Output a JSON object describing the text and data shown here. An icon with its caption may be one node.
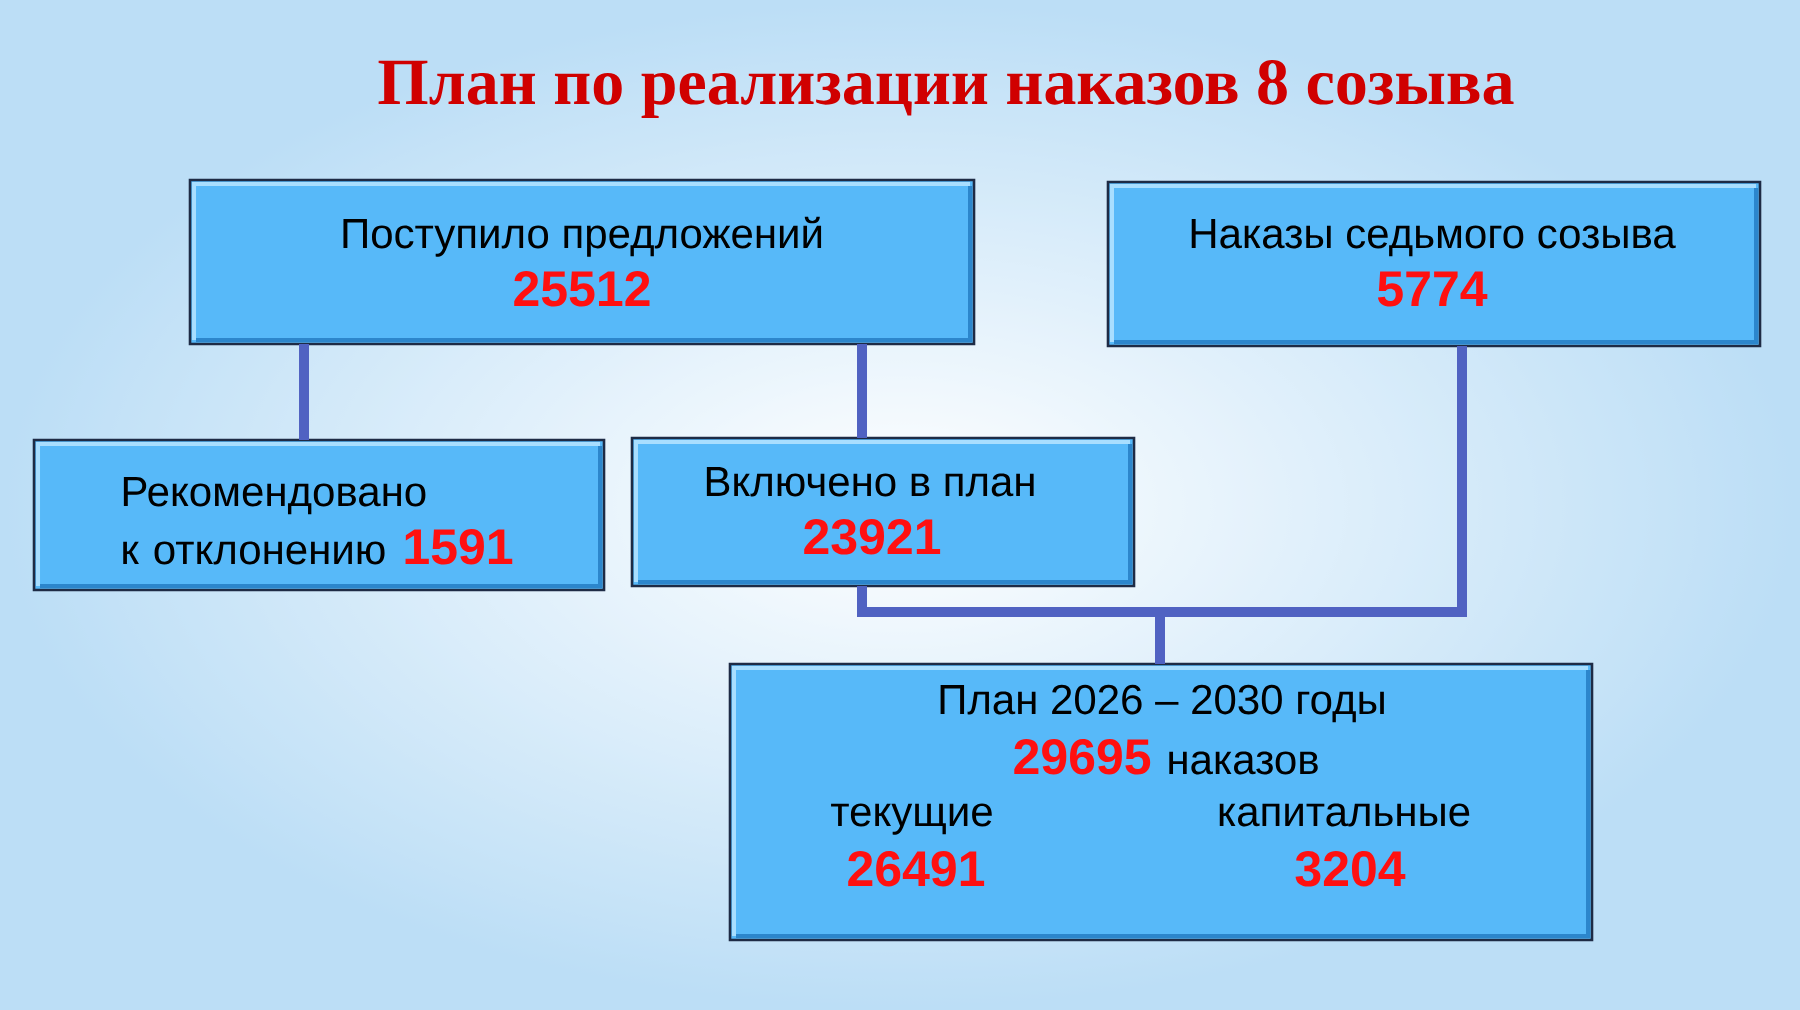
{
  "diagram": {
    "title": "План по реализации наказов 8 созыва",
    "nodes": [
      {
        "text": [
          "Поступило предложений",
          "25512"
        ]
      },
      {
        "text": [
          "Наказы седьмого созыва",
          "5774"
        ]
      },
      {
        "text": [
          "Рекомендовано к отклонению",
          "1591"
        ]
      },
      {
        "text": [
          "Включено в план",
          "23921"
        ]
      },
      {
        "text": [
          "План 2026 – 2030 годы",
          "29695",
          "наказов",
          "текущие",
          "26491",
          "капитальные",
          "3204"
        ]
      }
    ],
    "edges": [
      {
        "from": 0,
        "to": 2,
        "arrow": "none"
      },
      {
        "from": 0,
        "to": 3,
        "arrow": "none"
      },
      {
        "from": 3,
        "to": 4,
        "arrow": "none"
      },
      {
        "from": 1,
        "to": 4,
        "arrow": "none"
      }
    ]
  }
}
